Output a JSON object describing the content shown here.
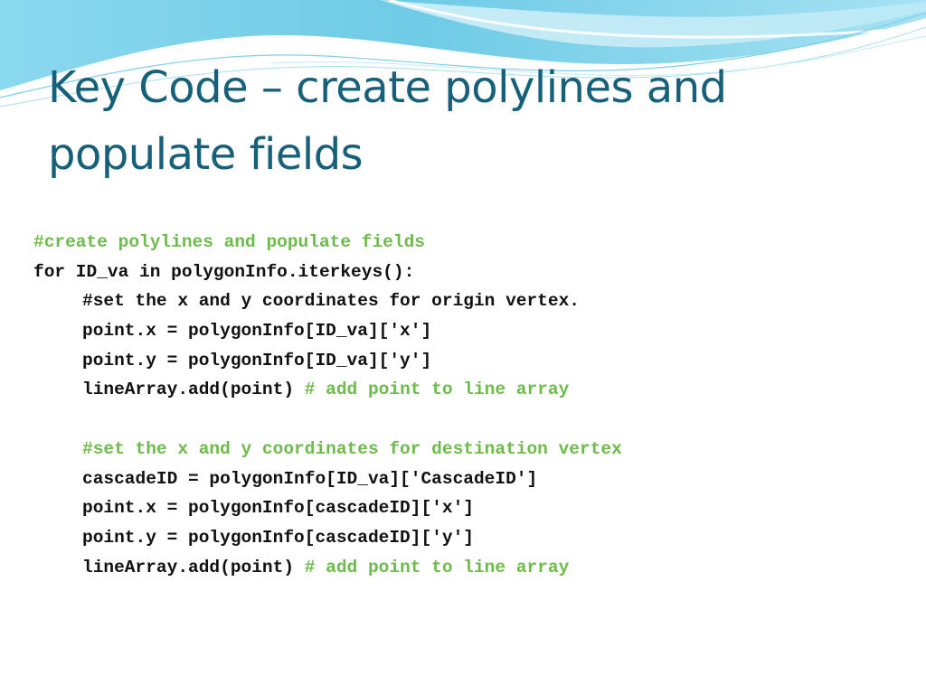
{
  "slide": {
    "title": "Key Code – create polylines and populate fields",
    "colors": {
      "title": "#17607a",
      "code": "#111111",
      "comment": "#6dbb4a",
      "wave_primary": "#7fd3ea",
      "wave_light": "#c9eef8"
    }
  },
  "code": {
    "lines": [
      {
        "indent": 0,
        "code": "",
        "comment": "#create polylines and populate fields"
      },
      {
        "indent": 0,
        "code": "for ID_va in polygonInfo.iterkeys():",
        "comment": ""
      },
      {
        "indent": 1,
        "code": "#set the x and y coordinates for origin vertex.",
        "comment": ""
      },
      {
        "indent": 1,
        "code": "point.x = polygonInfo[ID_va]['x']",
        "comment": ""
      },
      {
        "indent": 1,
        "code": "point.y = polygonInfo[ID_va]['y']",
        "comment": ""
      },
      {
        "indent": 1,
        "code": "lineArray.add(point) ",
        "comment": "# add point to line array"
      },
      {
        "indent": 1,
        "code": "",
        "comment": ""
      },
      {
        "indent": 1,
        "code": "",
        "comment": "#set the x and y coordinates for destination vertex"
      },
      {
        "indent": 1,
        "code": "cascadeID = polygonInfo[ID_va]['CascadeID']",
        "comment": ""
      },
      {
        "indent": 1,
        "code": "point.x = polygonInfo[cascadeID]['x']",
        "comment": ""
      },
      {
        "indent": 1,
        "code": "point.y = polygonInfo[cascadeID]['y']",
        "comment": ""
      },
      {
        "indent": 1,
        "code": "lineArray.add(point) ",
        "comment": "# add point to line array"
      }
    ]
  }
}
